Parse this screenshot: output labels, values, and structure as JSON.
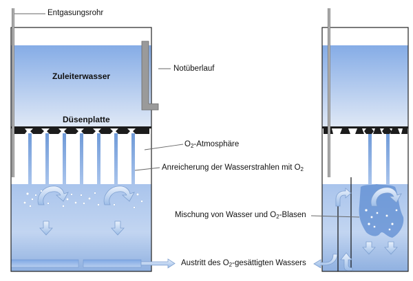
{
  "labels": {
    "degassing_pipe": "Entgasungsrohr",
    "feed_water": "Zuleiterwasser",
    "overflow": "Notüberlauf",
    "nozzle_plate": "Düsenplatte",
    "o2_atmosphere": {
      "pre": "O",
      "sub": "2",
      "post": "-Atmosphäre"
    },
    "jet_enrichment": {
      "pre": "Anreicherung der Wasserstrahlen mit O",
      "sub": "2",
      "post": ""
    },
    "mixing": {
      "pre": "Mischung von Wasser und O",
      "sub": "2",
      "post": "-Blasen"
    },
    "outlet": {
      "pre": "Austritt des O",
      "sub": "2",
      "post": "-gesättigten Wassers"
    }
  },
  "colors": {
    "water_top": "#7aa6e6",
    "water_bottom": "#c6d9f2",
    "jet": "#7aa4dc",
    "nozzle": "#1c1c1c",
    "pipe": "#8f8f8f",
    "arrow_fill": "#a8c4ea",
    "leader": "#666666"
  }
}
